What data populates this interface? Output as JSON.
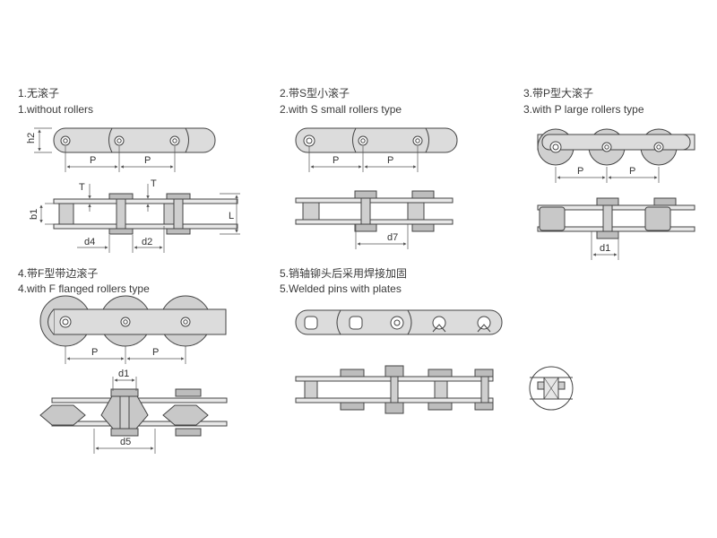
{
  "sections": [
    {
      "title_cn": "1.无滚子",
      "title_en": "1.without rollers"
    },
    {
      "title_cn": "2.带S型小滚子",
      "title_en": "2.with S small rollers type"
    },
    {
      "title_cn": "3.带P型大滚子",
      "title_en": "3.with P large rollers type"
    },
    {
      "title_cn": "4.带F型带边滚子",
      "title_en": "4.with F flanged rollers type"
    },
    {
      "title_cn": "5.销轴铆头后采用焊接加固",
      "title_en": "5.Welded pins with plates"
    }
  ],
  "dims": {
    "h2": "h2",
    "p": "P",
    "t": "T",
    "b1": "b1",
    "l": "L",
    "d1": "d1",
    "d2": "d2",
    "d4": "d4",
    "d5": "d5",
    "d7": "d7"
  },
  "colors": {
    "plate": "#dcdcdc",
    "roller": "#d0d0d0",
    "stroke": "#444444",
    "dim": "#555555"
  }
}
